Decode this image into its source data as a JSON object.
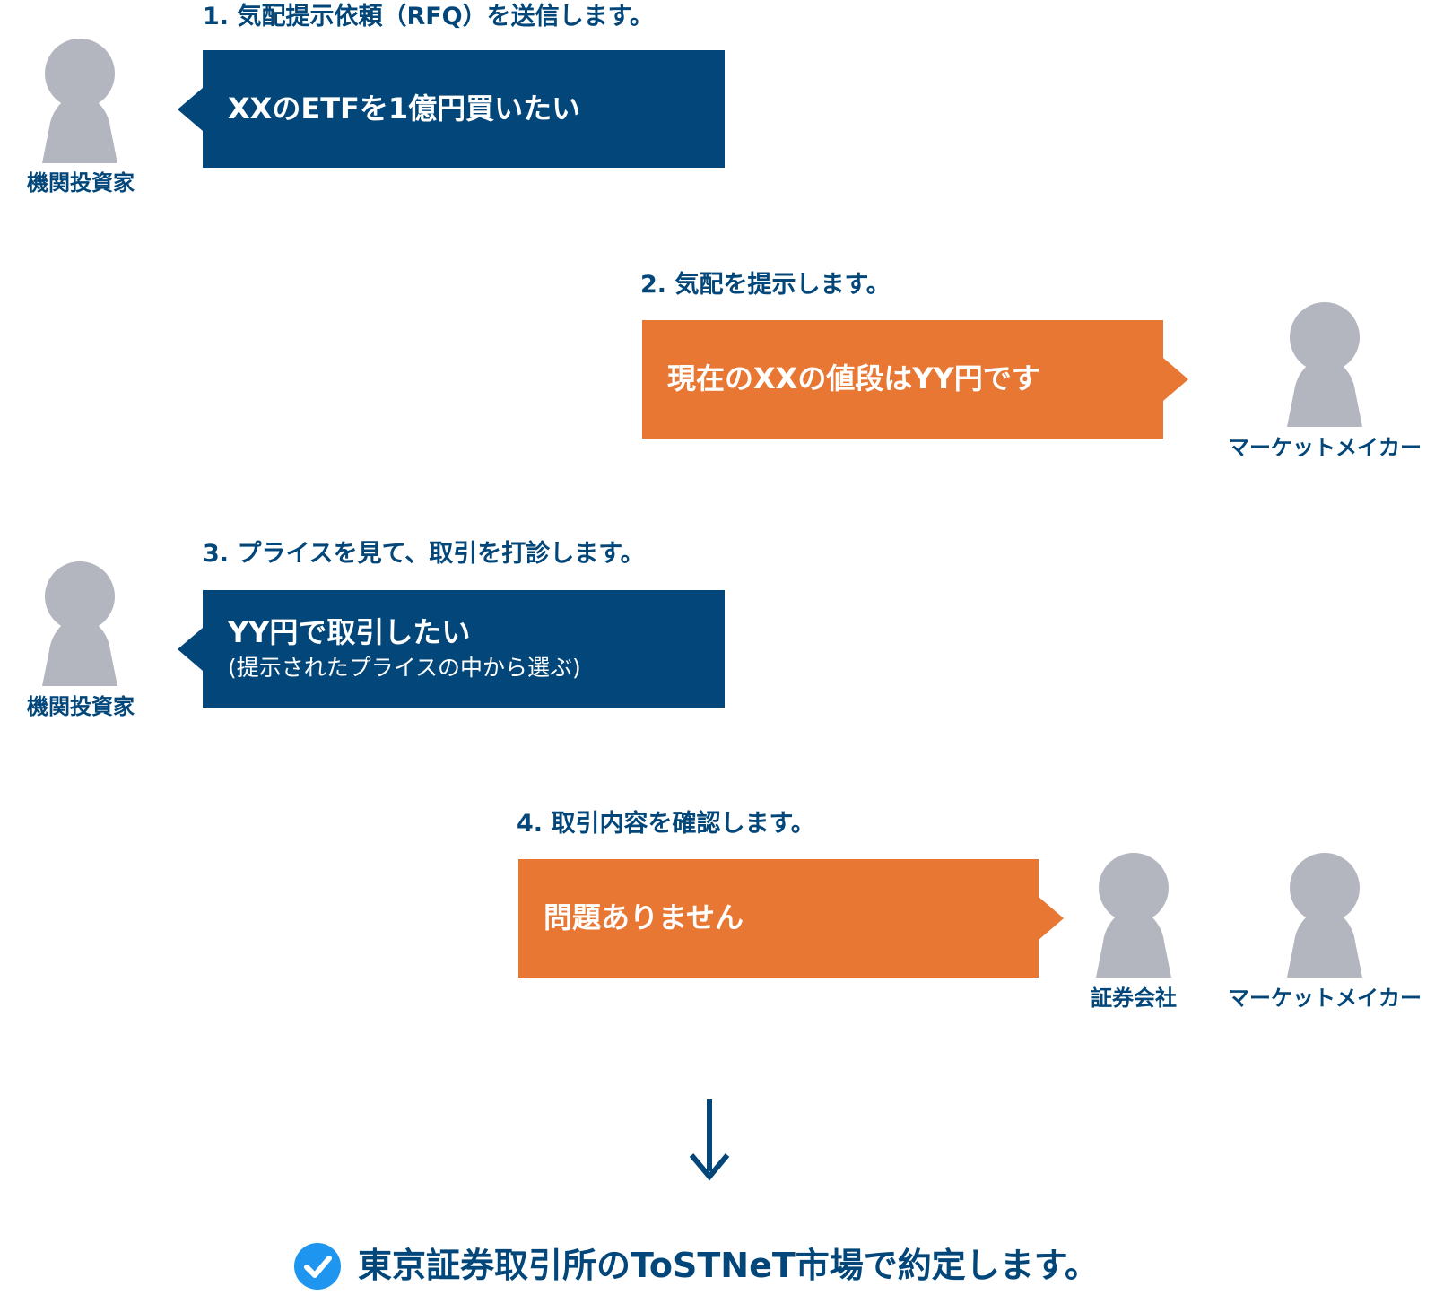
{
  "colors": {
    "navy": "#03477a",
    "orange": "#e97734",
    "person": "#b3b6bf",
    "check": "#1e96f0"
  },
  "steps": [
    {
      "title": "1. 気配提示依頼（RFQ）を送信します。",
      "bubble": "XXのETFを1億円買いたい",
      "actors": [
        "機関投資家"
      ]
    },
    {
      "title": "2. 気配を提示します。",
      "bubble": "現在のXXの値段はYY円です",
      "actors": [
        "マーケットメイカー"
      ]
    },
    {
      "title": "3. プライスを見て、取引を打診します。",
      "bubble": "YY円で取引したい",
      "bubble_sub": "(提示されたプライスの中から選ぶ)",
      "actors": [
        "機関投資家"
      ]
    },
    {
      "title": "4. 取引内容を確認します。",
      "bubble": "問題ありません",
      "actors": [
        "証券会社",
        "マーケットメイカー"
      ]
    }
  ],
  "result": {
    "icon": "check-circle-icon",
    "text": "東京証券取引所のToSTNeT市場で約定します。"
  }
}
